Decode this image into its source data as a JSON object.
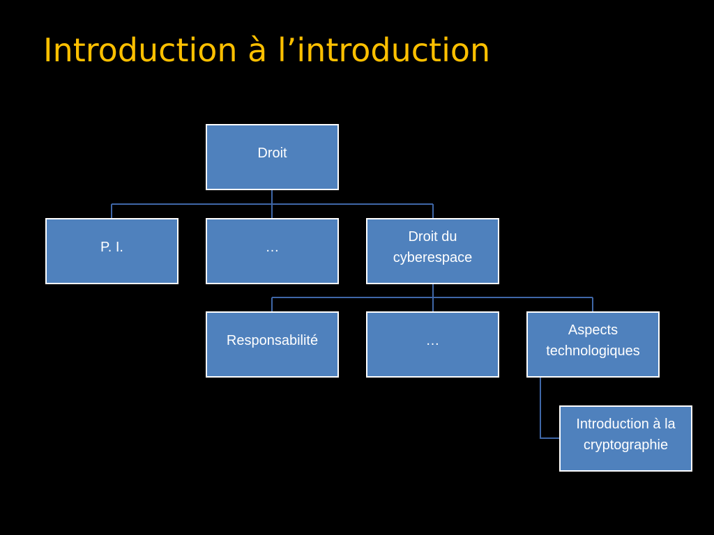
{
  "slide": {
    "title": "Introduction à l’introduction"
  },
  "colors": {
    "background": "#000000",
    "title": "#FFC000",
    "node_fill": "#4F81BD",
    "node_border": "#FFFFFF",
    "node_text": "#FFFFFF",
    "connector": "#3F67A8"
  },
  "org_chart": {
    "root": {
      "label": "Droit"
    },
    "level1": [
      {
        "label": "P. I."
      },
      {
        "label": "…"
      },
      {
        "label": "Droit du cyberespace"
      }
    ],
    "level2": [
      {
        "label": "Responsabilité"
      },
      {
        "label": "…"
      },
      {
        "label": "Aspects technologiques"
      }
    ],
    "level3": [
      {
        "label": "Introduction à la cryptographie"
      }
    ]
  }
}
